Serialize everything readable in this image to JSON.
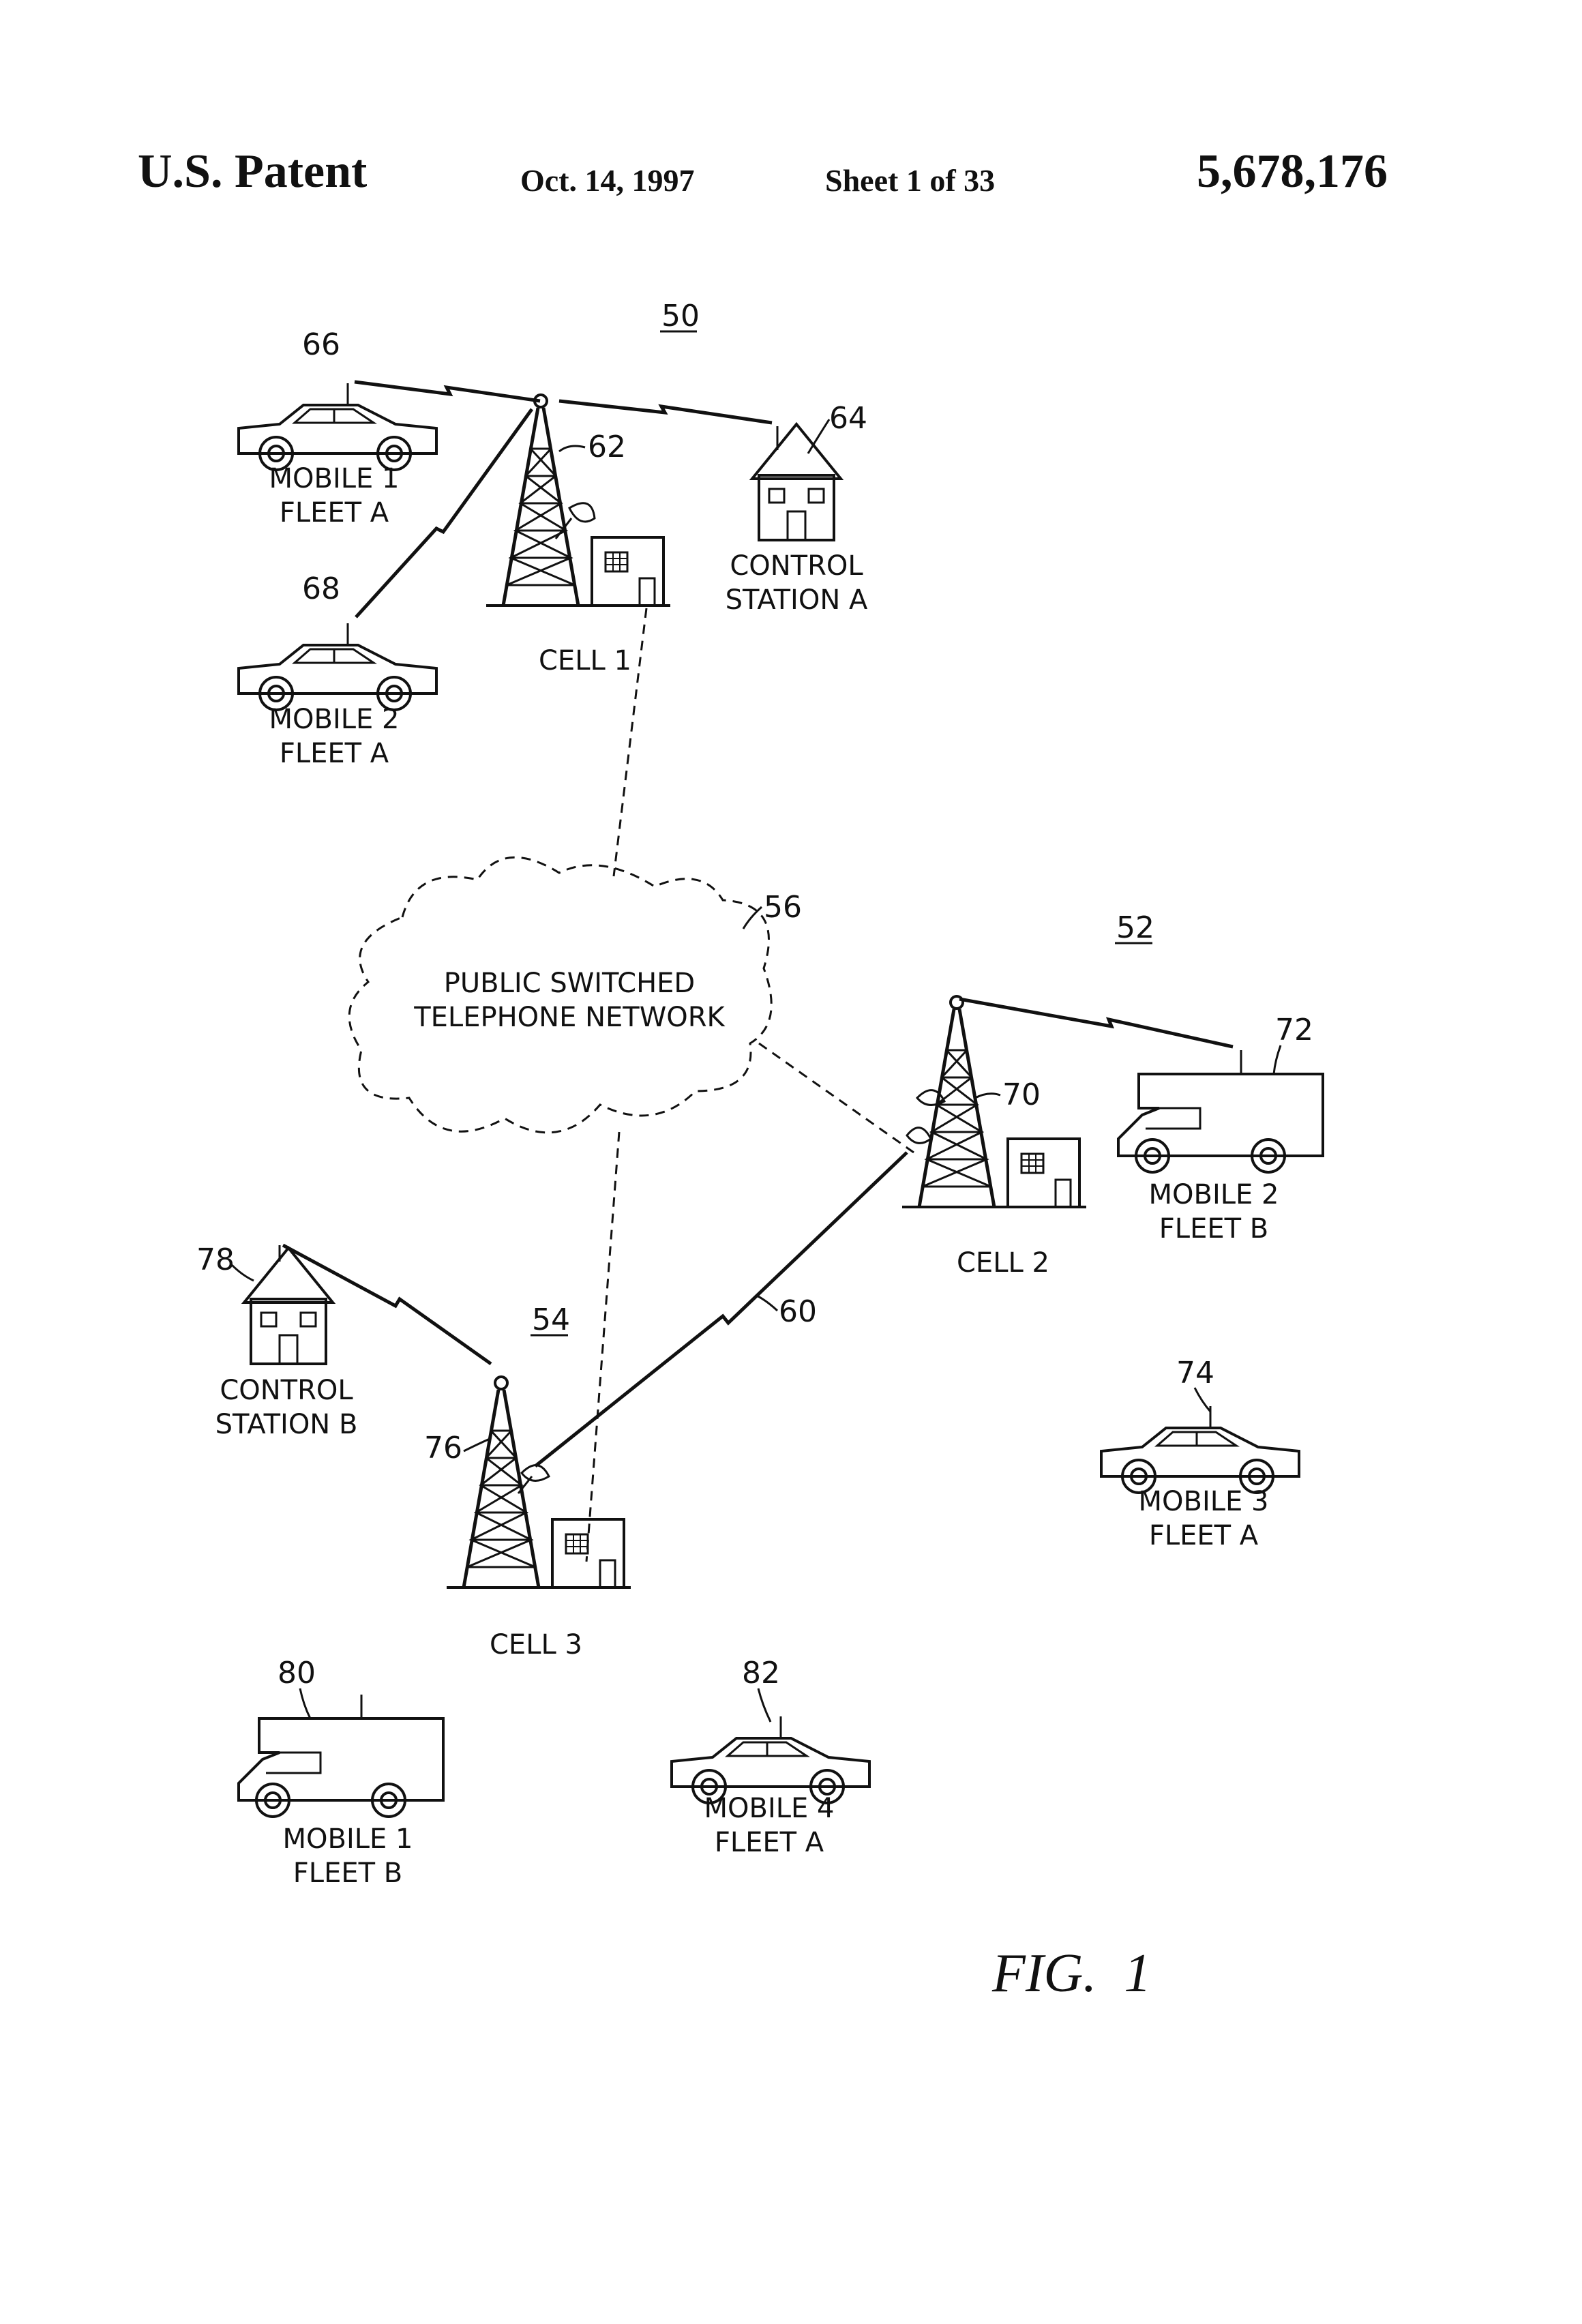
{
  "header": {
    "title": "U.S. Patent",
    "date": "Oct. 14, 1997",
    "sheet": "Sheet 1 of 33",
    "patent_number": "5,678,176"
  },
  "refs": {
    "r50": "50",
    "r52": "52",
    "r54": "54",
    "r56": "56",
    "r60": "60",
    "r62": "62",
    "r64": "64",
    "r66": "66",
    "r68": "68",
    "r70": "70",
    "r72": "72",
    "r74": "74",
    "r76": "76",
    "r78": "78",
    "r80": "80",
    "r82": "82"
  },
  "labels": {
    "mobile1_fleetA": [
      "MOBILE 1",
      "FLEET A"
    ],
    "mobile2_fleetA": [
      "MOBILE 2",
      "FLEET A"
    ],
    "cell1": "CELL 1",
    "control_station_a": [
      "CONTROL",
      "STATION A"
    ],
    "pstn": [
      "PUBLIC SWITCHED",
      "TELEPHONE NETWORK"
    ],
    "cell2": "CELL 2",
    "mobile2_fleetB": [
      "MOBILE 2",
      "FLEET B"
    ],
    "control_station_b": [
      "CONTROL",
      "STATION B"
    ],
    "cell3": "CELL 3",
    "mobile3_fleetA": [
      "MOBILE 3",
      "FLEET A"
    ],
    "mobile1_fleetB": [
      "MOBILE 1",
      "FLEET B"
    ],
    "mobile4_fleetA": [
      "MOBILE 4",
      "FLEET A"
    ]
  },
  "figure_caption": "FIG.  1"
}
